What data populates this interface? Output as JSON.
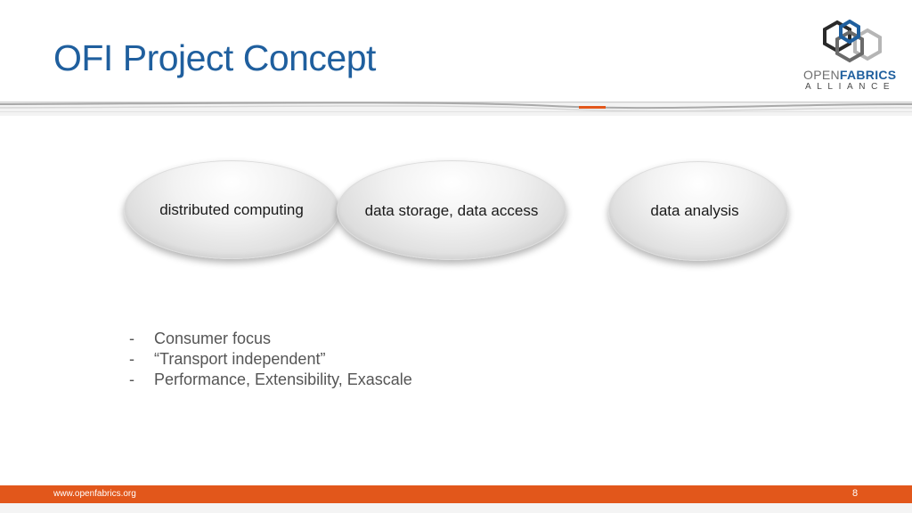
{
  "slide": {
    "title": "OFI Project Concept",
    "concepts": [
      "distributed computing",
      "data storage, data access",
      "data analysis"
    ],
    "bullet_marker": "-",
    "bullets": [
      "Consumer focus",
      "“Transport independent”",
      "Performance, Extensibility, Exascale"
    ]
  },
  "logo": {
    "word_open": "OPEN",
    "word_fabrics": "FABRICS",
    "subtitle": "ALLIANCE"
  },
  "footer": {
    "url": "www.openfabrics.org",
    "page_number": "8"
  },
  "colors": {
    "title": "#1f5f9e",
    "accent": "#e2571b",
    "logo_blue": "#1f5f9e",
    "logo_gray": "#6f6f6f"
  }
}
